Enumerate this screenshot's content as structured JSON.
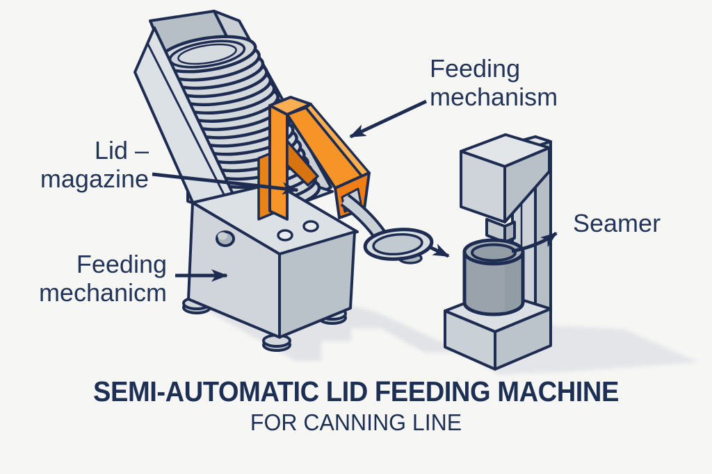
{
  "colors": {
    "background": "#f6f6f4",
    "outline_navy": "#1e2c52",
    "accent_orange": "#f6952a",
    "machine_gray": "#ccd2d8",
    "label_text": "#223457",
    "title_text": "#1d3054"
  },
  "labels": {
    "feeding_mechanism_top": {
      "line1": "Feeding",
      "line2": "mechanism"
    },
    "lid_magazine": {
      "line1": "Lid –",
      "line2": "magazine"
    },
    "feeding_mechanism_left": {
      "line1": "Feeding",
      "line2": "mechanicm"
    },
    "seamer": {
      "line1": "Seamer"
    }
  },
  "title": {
    "main": "SEMI-AUTOMATIC LID FEEDING MACHINE",
    "subtitle": "FOR CANNING LINE"
  }
}
